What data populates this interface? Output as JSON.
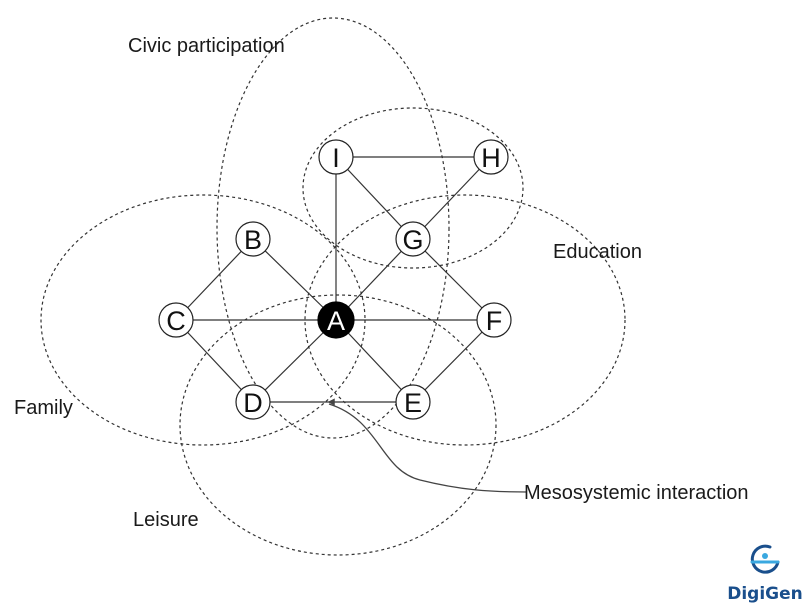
{
  "domains": {
    "civic": "Civic participation",
    "education": "Education",
    "family": "Family",
    "leisure": "Leisure"
  },
  "nodes": {
    "A": "A",
    "B": "B",
    "C": "C",
    "D": "D",
    "E": "E",
    "F": "F",
    "G": "G",
    "H": "H",
    "I": "I"
  },
  "annotation": "Mesosystemic interaction",
  "logo": {
    "text": "DigiGen",
    "colors": {
      "text": "#1a4f8c",
      "accent": "#3aa8e0"
    }
  }
}
